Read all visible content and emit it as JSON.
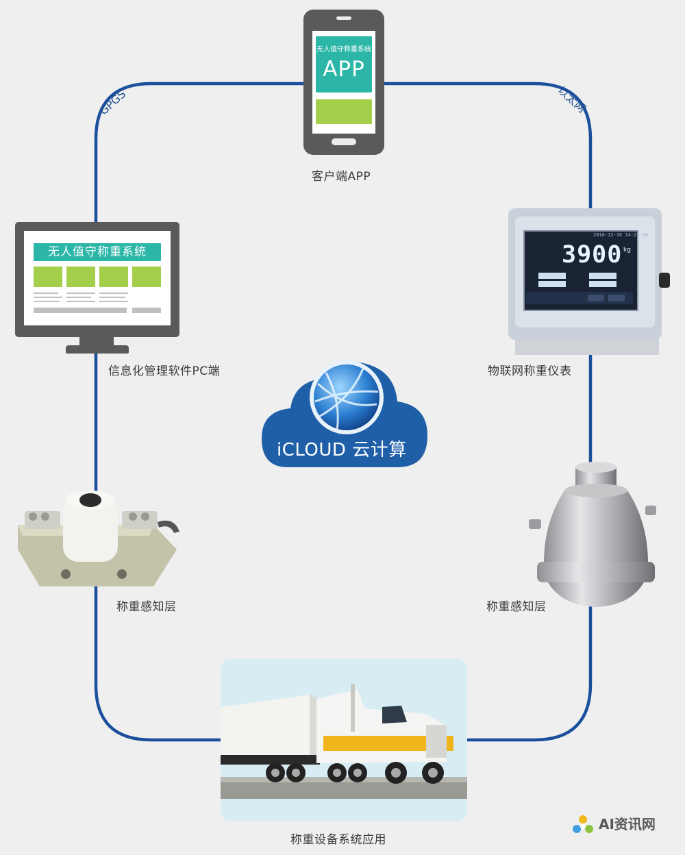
{
  "colors": {
    "background": "#efefef",
    "connector": "#1a4f9c",
    "device_gray": "#595a5b",
    "teal": "#2bb6a7",
    "green": "#a3cf4b",
    "cloud_blue": "#1f5fa8"
  },
  "phone": {
    "system_name": "无人值守称重系统",
    "app_label": "APP",
    "caption": "客户端APP"
  },
  "monitor": {
    "title": "无人值守称重系统",
    "caption": "信息化管理软件PC端"
  },
  "indicator": {
    "weight": "3900",
    "unit": "kg",
    "date": "2016-12-16 14:23:36",
    "caption": "物联网称重仪表"
  },
  "sensor_left": {
    "caption": "称重感知层"
  },
  "sensor_right": {
    "caption": "称重感知层"
  },
  "truck": {
    "caption": "称重设备系统应用"
  },
  "cloud": {
    "label": "iCLOUD 云计算"
  },
  "links": {
    "left": "GPGS",
    "right": "以太网"
  },
  "watermark": {
    "text": "AI资讯网",
    "icon": "sparkle-icon"
  }
}
